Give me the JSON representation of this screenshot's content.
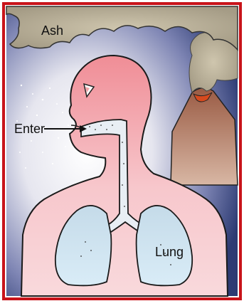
{
  "labels": {
    "ash": "Ash",
    "enter": "Enter",
    "lung": "Lung"
  },
  "colors": {
    "border": "#c8141a",
    "sky_dark": "#2d3b73",
    "sky_mid": "#6b73a6",
    "sky_light": "#e8e8f0",
    "ash_cloud": "#b8ae96",
    "volcano": "#b5725a",
    "lava": "#d64a1e",
    "body_pink": "#f2a3a6",
    "lung_blue": "#c8e3f2",
    "airway": "#e6eef5"
  }
}
